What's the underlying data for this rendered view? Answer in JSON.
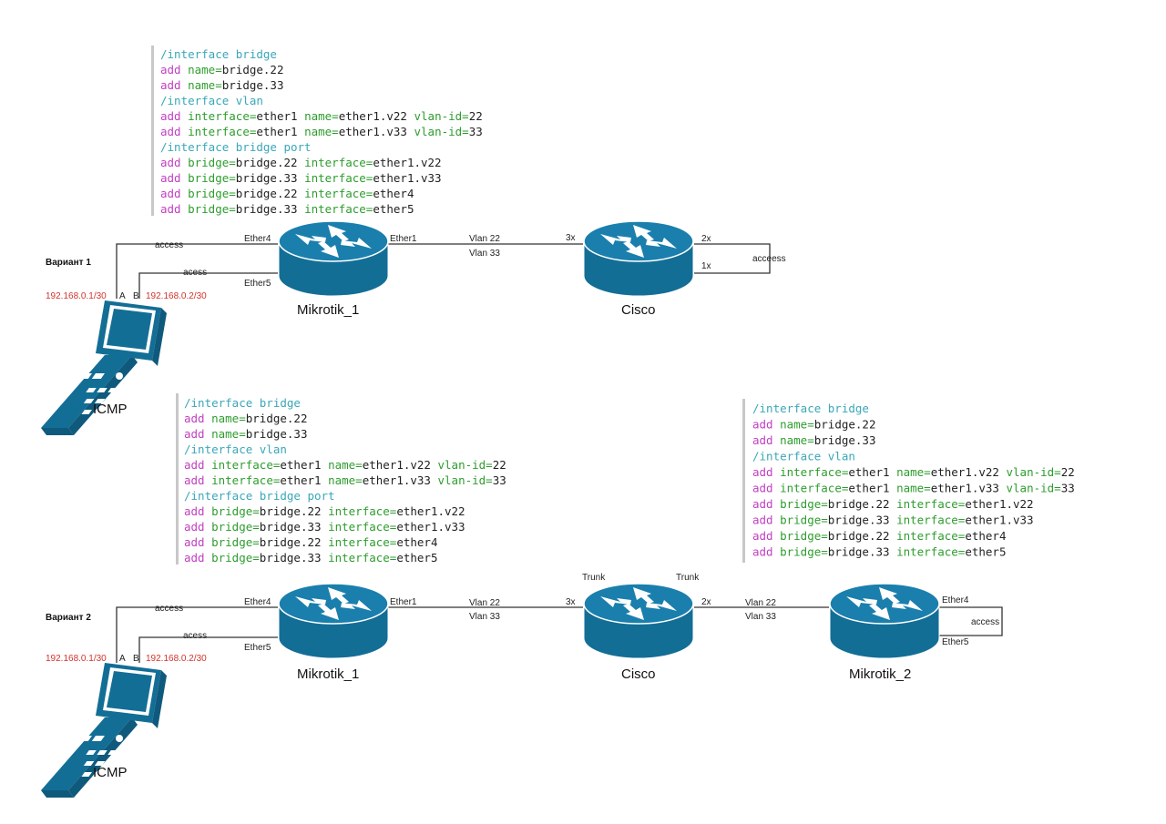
{
  "colors": {
    "keyword": "#3aa7b8",
    "command": "#c13fc1",
    "param": "#2e9c2e",
    "value": "#222222",
    "device": "#1775a3",
    "ip": "#d0342c"
  },
  "code_blocks": {
    "v1": [
      [
        {
          "t": "/interface bridge",
          "c": "keyword"
        }
      ],
      [
        {
          "t": "add ",
          "c": "command"
        },
        {
          "t": "name=",
          "c": "param"
        },
        {
          "t": "bridge.22",
          "c": "value"
        }
      ],
      [
        {
          "t": "add ",
          "c": "command"
        },
        {
          "t": "name=",
          "c": "param"
        },
        {
          "t": "bridge.33",
          "c": "value"
        }
      ],
      [
        {
          "t": "/interface vlan",
          "c": "keyword"
        }
      ],
      [
        {
          "t": "add ",
          "c": "command"
        },
        {
          "t": "interface=",
          "c": "param"
        },
        {
          "t": "ether1 ",
          "c": "value"
        },
        {
          "t": "name=",
          "c": "param"
        },
        {
          "t": "ether1.v22 ",
          "c": "value"
        },
        {
          "t": "vlan-id=",
          "c": "param"
        },
        {
          "t": "22",
          "c": "value"
        }
      ],
      [
        {
          "t": "add ",
          "c": "command"
        },
        {
          "t": "interface=",
          "c": "param"
        },
        {
          "t": "ether1 ",
          "c": "value"
        },
        {
          "t": "name=",
          "c": "param"
        },
        {
          "t": "ether1.v33 ",
          "c": "value"
        },
        {
          "t": "vlan-id=",
          "c": "param"
        },
        {
          "t": "33",
          "c": "value"
        }
      ],
      [
        {
          "t": "/interface bridge port",
          "c": "keyword"
        }
      ],
      [
        {
          "t": "add ",
          "c": "command"
        },
        {
          "t": "bridge=",
          "c": "param"
        },
        {
          "t": "bridge.22 ",
          "c": "value"
        },
        {
          "t": "interface=",
          "c": "param"
        },
        {
          "t": "ether1.v22",
          "c": "value"
        }
      ],
      [
        {
          "t": "add ",
          "c": "command"
        },
        {
          "t": "bridge=",
          "c": "param"
        },
        {
          "t": "bridge.33 ",
          "c": "value"
        },
        {
          "t": "interface=",
          "c": "param"
        },
        {
          "t": "ether1.v33",
          "c": "value"
        }
      ],
      [
        {
          "t": "add ",
          "c": "command"
        },
        {
          "t": "bridge=",
          "c": "param"
        },
        {
          "t": "bridge.22 ",
          "c": "value"
        },
        {
          "t": "interface=",
          "c": "param"
        },
        {
          "t": "ether4",
          "c": "value"
        }
      ],
      [
        {
          "t": "add ",
          "c": "command"
        },
        {
          "t": "bridge=",
          "c": "param"
        },
        {
          "t": "bridge.33 ",
          "c": "value"
        },
        {
          "t": "interface=",
          "c": "param"
        },
        {
          "t": "ether5",
          "c": "value"
        }
      ]
    ],
    "v2_left": [
      [
        {
          "t": "/interface bridge",
          "c": "keyword"
        }
      ],
      [
        {
          "t": "add ",
          "c": "command"
        },
        {
          "t": "name=",
          "c": "param"
        },
        {
          "t": "bridge.22",
          "c": "value"
        }
      ],
      [
        {
          "t": "add ",
          "c": "command"
        },
        {
          "t": "name=",
          "c": "param"
        },
        {
          "t": "bridge.33",
          "c": "value"
        }
      ],
      [
        {
          "t": "/interface vlan",
          "c": "keyword"
        }
      ],
      [
        {
          "t": "add ",
          "c": "command"
        },
        {
          "t": "interface=",
          "c": "param"
        },
        {
          "t": "ether1 ",
          "c": "value"
        },
        {
          "t": "name=",
          "c": "param"
        },
        {
          "t": "ether1.v22 ",
          "c": "value"
        },
        {
          "t": "vlan-id=",
          "c": "param"
        },
        {
          "t": "22",
          "c": "value"
        }
      ],
      [
        {
          "t": "add ",
          "c": "command"
        },
        {
          "t": "interface=",
          "c": "param"
        },
        {
          "t": "ether1 ",
          "c": "value"
        },
        {
          "t": "name=",
          "c": "param"
        },
        {
          "t": "ether1.v33 ",
          "c": "value"
        },
        {
          "t": "vlan-id=",
          "c": "param"
        },
        {
          "t": "33",
          "c": "value"
        }
      ],
      [
        {
          "t": "/interface bridge port",
          "c": "keyword"
        }
      ],
      [
        {
          "t": "add ",
          "c": "command"
        },
        {
          "t": "bridge=",
          "c": "param"
        },
        {
          "t": "bridge.22 ",
          "c": "value"
        },
        {
          "t": "interface=",
          "c": "param"
        },
        {
          "t": "ether1.v22",
          "c": "value"
        }
      ],
      [
        {
          "t": "add ",
          "c": "command"
        },
        {
          "t": "bridge=",
          "c": "param"
        },
        {
          "t": "bridge.33 ",
          "c": "value"
        },
        {
          "t": "interface=",
          "c": "param"
        },
        {
          "t": "ether1.v33",
          "c": "value"
        }
      ],
      [
        {
          "t": "add ",
          "c": "command"
        },
        {
          "t": "bridge=",
          "c": "param"
        },
        {
          "t": "bridge.22 ",
          "c": "value"
        },
        {
          "t": "interface=",
          "c": "param"
        },
        {
          "t": "ether4",
          "c": "value"
        }
      ],
      [
        {
          "t": "add ",
          "c": "command"
        },
        {
          "t": "bridge=",
          "c": "param"
        },
        {
          "t": "bridge.33 ",
          "c": "value"
        },
        {
          "t": "interface=",
          "c": "param"
        },
        {
          "t": "ether5",
          "c": "value"
        }
      ]
    ],
    "v2_right": [
      [
        {
          "t": "/interface bridge",
          "c": "keyword"
        }
      ],
      [
        {
          "t": "add ",
          "c": "command"
        },
        {
          "t": "name=",
          "c": "param"
        },
        {
          "t": "bridge.22",
          "c": "value"
        }
      ],
      [
        {
          "t": "add ",
          "c": "command"
        },
        {
          "t": "name=",
          "c": "param"
        },
        {
          "t": "bridge.33",
          "c": "value"
        }
      ],
      [
        {
          "t": "/interface vlan",
          "c": "keyword"
        }
      ],
      [
        {
          "t": "add ",
          "c": "command"
        },
        {
          "t": "interface=",
          "c": "param"
        },
        {
          "t": "ether1 ",
          "c": "value"
        },
        {
          "t": "name=",
          "c": "param"
        },
        {
          "t": "ether1.v22 ",
          "c": "value"
        },
        {
          "t": "vlan-id=",
          "c": "param"
        },
        {
          "t": "22",
          "c": "value"
        }
      ],
      [
        {
          "t": "add ",
          "c": "command"
        },
        {
          "t": "interface=",
          "c": "param"
        },
        {
          "t": "ether1 ",
          "c": "value"
        },
        {
          "t": "name=",
          "c": "param"
        },
        {
          "t": "ether1.v33 ",
          "c": "value"
        },
        {
          "t": "vlan-id=",
          "c": "param"
        },
        {
          "t": "33",
          "c": "value"
        }
      ],
      [
        {
          "t": "add ",
          "c": "command"
        },
        {
          "t": "bridge=",
          "c": "param"
        },
        {
          "t": "bridge.22 ",
          "c": "value"
        },
        {
          "t": "interface=",
          "c": "param"
        },
        {
          "t": "ether1.v22",
          "c": "value"
        }
      ],
      [
        {
          "t": "add ",
          "c": "command"
        },
        {
          "t": "bridge=",
          "c": "param"
        },
        {
          "t": "bridge.33 ",
          "c": "value"
        },
        {
          "t": "interface=",
          "c": "param"
        },
        {
          "t": "ether1.v33",
          "c": "value"
        }
      ],
      [
        {
          "t": "add ",
          "c": "command"
        },
        {
          "t": "bridge=",
          "c": "param"
        },
        {
          "t": "bridge.22 ",
          "c": "value"
        },
        {
          "t": "interface=",
          "c": "param"
        },
        {
          "t": "ether4",
          "c": "value"
        }
      ],
      [
        {
          "t": "add ",
          "c": "command"
        },
        {
          "t": "bridge=",
          "c": "param"
        },
        {
          "t": "bridge.33 ",
          "c": "value"
        },
        {
          "t": "interface=",
          "c": "param"
        },
        {
          "t": "ether5",
          "c": "value"
        }
      ]
    ]
  },
  "variant1": {
    "title": "Вариант 1",
    "ip_a": "192.168.0.1/30",
    "port_a": "A",
    "port_b": "B",
    "ip_b": "192.168.0.2/30",
    "tester": "ICMP",
    "link_a": "access",
    "link_b": "acess",
    "mk_port4": "Ether4",
    "mk_port5": "Ether5",
    "mk_port1": "Ether1",
    "mikrotik": "Mikrotik_1",
    "vlan22": "Vlan 22",
    "vlan33": "Vlan 33",
    "cisco_in": "3x",
    "cisco": "Cisco",
    "cisco_out2": "2x",
    "cisco_out1": "1x",
    "loop": "acceess"
  },
  "variant2": {
    "title": "Вариант 2",
    "ip_a": "192.168.0.1/30",
    "port_a": "A",
    "port_b": "B",
    "ip_b": "192.168.0.2/30",
    "tester": "ICMP",
    "link_a": "access",
    "link_b": "acess",
    "mk1_port4": "Ether4",
    "mk1_port5": "Ether5",
    "mk1_port1": "Ether1",
    "mikrotik1": "Mikrotik_1",
    "vlan22_left": "Vlan 22",
    "vlan33_left": "Vlan 33",
    "cisco_in": "3x",
    "trunk_left": "Trunk",
    "trunk_right": "Trunk",
    "cisco": "Cisco",
    "cisco_out": "2x",
    "vlan22_right": "Vlan 22",
    "vlan33_right": "Vlan 33",
    "mk2_port4": "Ether4",
    "mk2_port5": "Ether5",
    "loop": "access",
    "mikrotik2": "Mikrotik_2"
  }
}
